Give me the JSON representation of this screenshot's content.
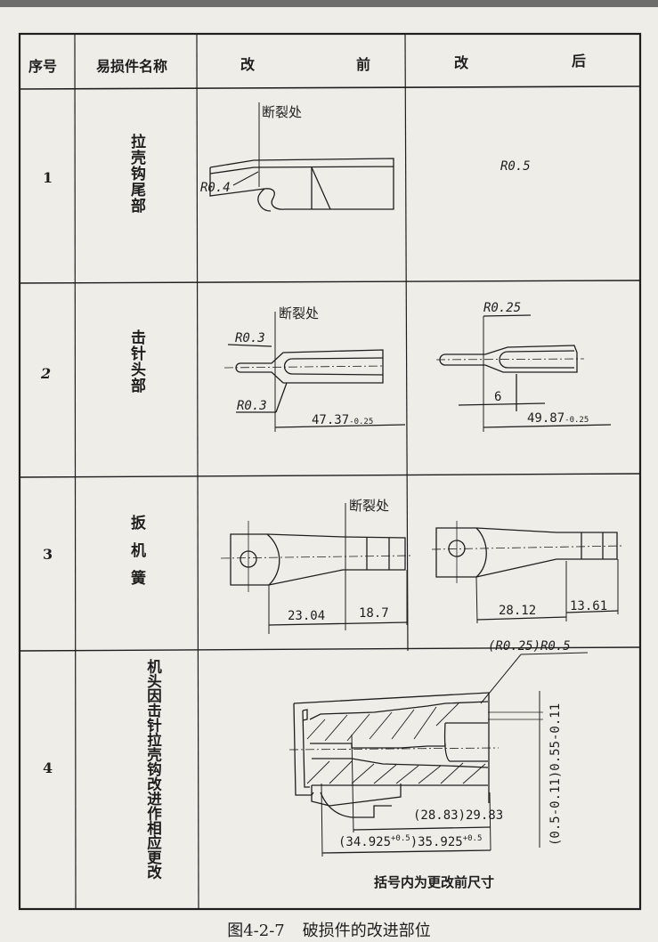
{
  "table": {
    "headers": {
      "no": "序号",
      "part": "易损件名称",
      "before": [
        "改",
        "前"
      ],
      "after": [
        "改",
        "后"
      ]
    },
    "rows": [
      {
        "no": "1",
        "part": "拉壳钩尾部",
        "before": {
          "fracture": "断裂处",
          "radius": "R0.4"
        },
        "after": {
          "radius": "R0.5"
        }
      },
      {
        "no": "2",
        "part": "击针头部",
        "before": {
          "fracture": "断裂处",
          "radius_top": "R0.3",
          "radius_bottom": "R0.3",
          "length": "47.37",
          "length_tol": "-0.25"
        },
        "after": {
          "radius": "R0.25",
          "dim_small": "6",
          "length": "49.87",
          "length_tol": "-0.25"
        }
      },
      {
        "no": "3",
        "part": "扳机簧",
        "before": {
          "fracture": "断裂处",
          "dim_a": "23.04",
          "dim_b": "18.7"
        },
        "after": {
          "dim_a": "28.12",
          "dim_b": "13.61"
        }
      },
      {
        "no": "4",
        "part": "机头因击针拉壳钩改进作相应更改",
        "drawing": {
          "radius": "(R0.25)R0.5",
          "dim_a": "(28.83)29.83",
          "dim_b_old": "(34.925",
          "dim_b_old_tol": "+0.5",
          "dim_b_new": ")35.925",
          "dim_b_new_tol": "+0.5",
          "vertical_dim": "(0.5-0.11)0.55-0.11",
          "note": "括号内为更改前尺寸"
        }
      }
    ]
  },
  "caption": {
    "label": "图4-2-7",
    "title": "破损件的改进部位"
  }
}
